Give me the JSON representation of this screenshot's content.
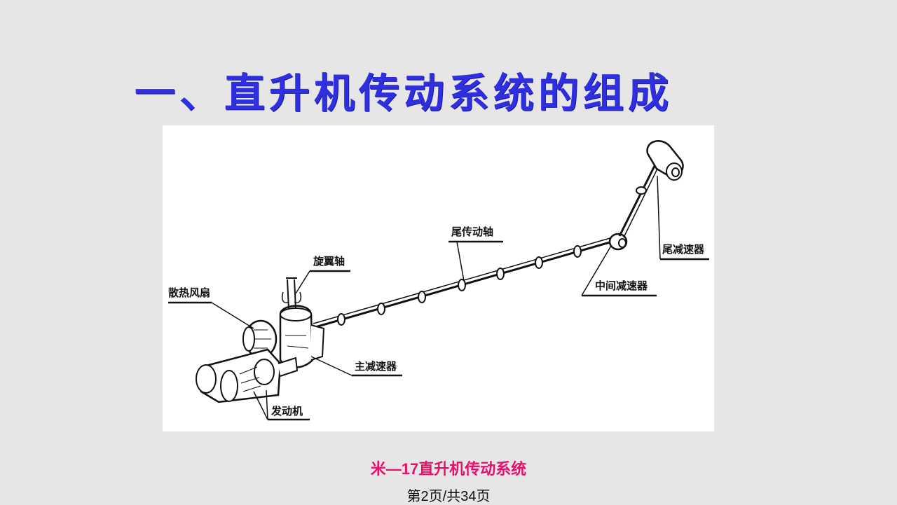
{
  "slide": {
    "title": "一、直升机传动系统的组成",
    "caption": "米—17直升机传动系统",
    "page_number": "第2页/共34页"
  },
  "diagram": {
    "labels": {
      "rotor_shaft": "旋翼轴",
      "cooling_fan": "散热风扇",
      "tail_shaft": "尾传动轴",
      "main_gearbox": "主减速器",
      "engine": "发动机",
      "intermediate_gearbox": "中间减速器",
      "tail_gearbox": "尾减速器"
    }
  }
}
